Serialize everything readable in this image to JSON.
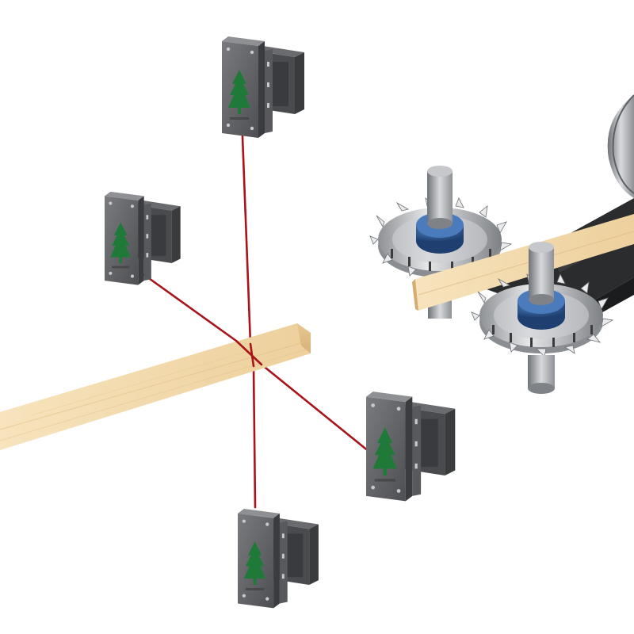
{
  "scene": {
    "description_hidden": false,
    "colors": {
      "background": "#ffffff",
      "laser": "#a8141a",
      "bracket": "#5f6063",
      "bracket_dark": "#3d3e41",
      "bracket_light": "#8a8b8e",
      "tree_logo": "#1f7a3a",
      "wood": "#f1d7a6",
      "wood_edge": "#d9b27a",
      "roller_blue": "#2f5f9e",
      "steel": "#c9cbce",
      "conveyor": "#2b2c2e"
    },
    "objects": {
      "laser_sensors": [
        "top-sensor",
        "left-sensor",
        "right-sensor",
        "bottom-sensor"
      ],
      "board": "lumber-board",
      "feed_rollers": [
        "feed-roller-back",
        "feed-roller-front"
      ],
      "conveyor": "infeed-conveyor"
    }
  }
}
